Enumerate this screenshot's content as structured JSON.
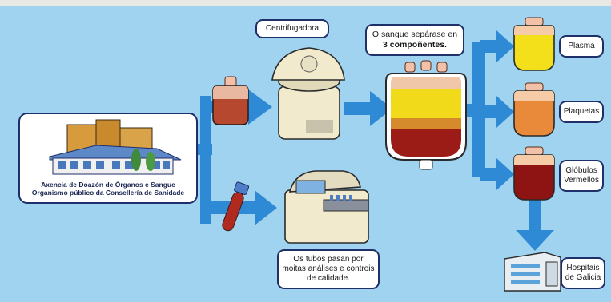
{
  "agency": {
    "name_line1": "Axencia de Doazón de Órganos e Sangue",
    "name_line2": "Organismo público da Consellería de Sanidade"
  },
  "centrifuge": {
    "label": "Centrifugadora"
  },
  "separation": {
    "line1": "O sangue sepárase en",
    "line2": "3 compoñentes."
  },
  "lab": {
    "line1": "Os tubos pasan por",
    "line2": "moitas análises e controis",
    "line3": "de calidade."
  },
  "components": [
    {
      "label": "Plasma",
      "color": "#f3e01b"
    },
    {
      "label": "Plaquetas",
      "color": "#e98a3a"
    },
    {
      "label": "Glóbulos",
      "label2": "Vermellos",
      "color": "#8e1413"
    }
  ],
  "hospital": {
    "line1": "Hospitais",
    "line2": "de Galicia"
  },
  "colors": {
    "background": "#9fd3ef",
    "arrow": "#2f8ad6",
    "outline": "#1f2f6a",
    "blood_red": "#9b1b17"
  }
}
